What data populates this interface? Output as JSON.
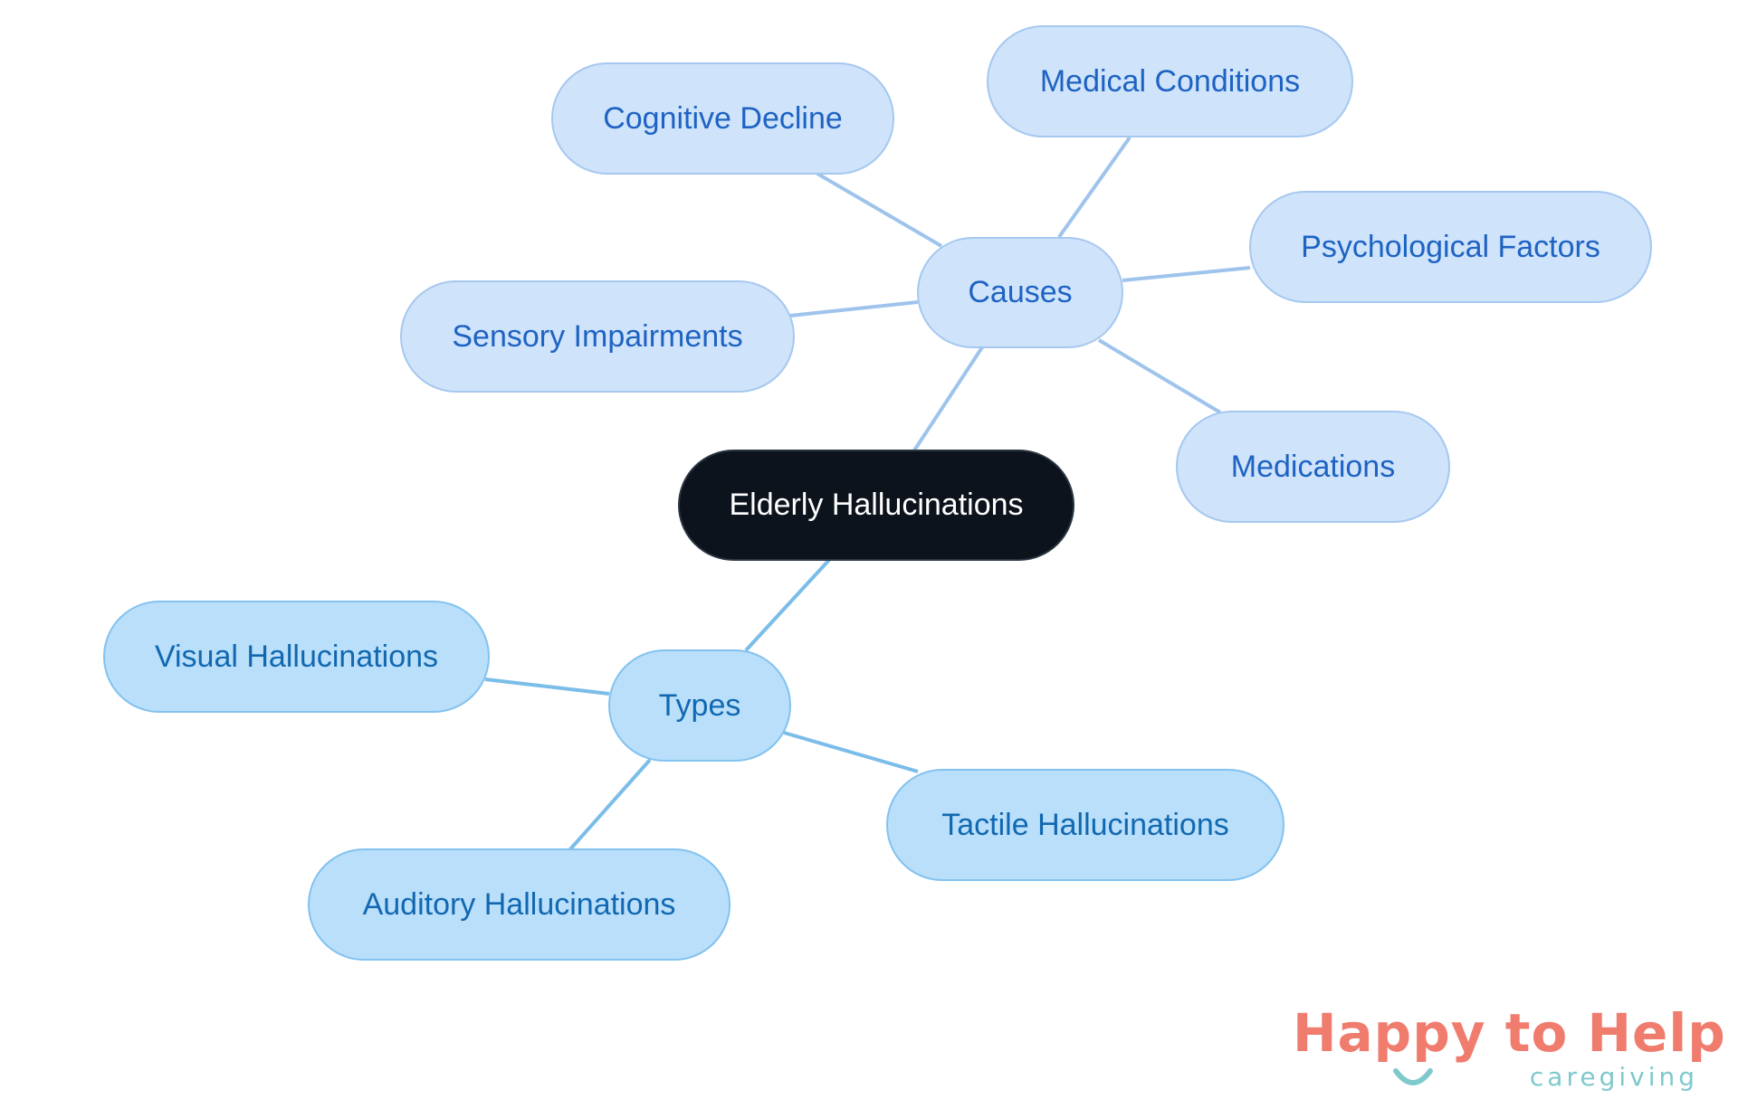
{
  "diagram": {
    "root": {
      "label": "Elderly Hallucinations"
    },
    "causes": {
      "label": "Causes",
      "children": [
        "Medical Conditions",
        "Cognitive Decline",
        "Psychological Factors",
        "Sensory Impairments",
        "Medications"
      ]
    },
    "types": {
      "label": "Types",
      "children": [
        "Visual Hallucinations",
        "Tactile Hallucinations",
        "Auditory Hallucinations"
      ]
    },
    "colors": {
      "root_fill": "#0c131c",
      "causes_fill": "#cfe3fb",
      "causes_text": "#1e63c2",
      "causes_edge": "#9ec4ec",
      "types_fill": "#b9dffb",
      "types_text": "#1268b0",
      "types_edge": "#7bbde9"
    }
  },
  "logo": {
    "brand": "Happy to Help",
    "tagline": "caregiving",
    "brand_color": "#f07c6e",
    "accent_color": "#7fc9cc",
    "icon": "smile-icon"
  }
}
